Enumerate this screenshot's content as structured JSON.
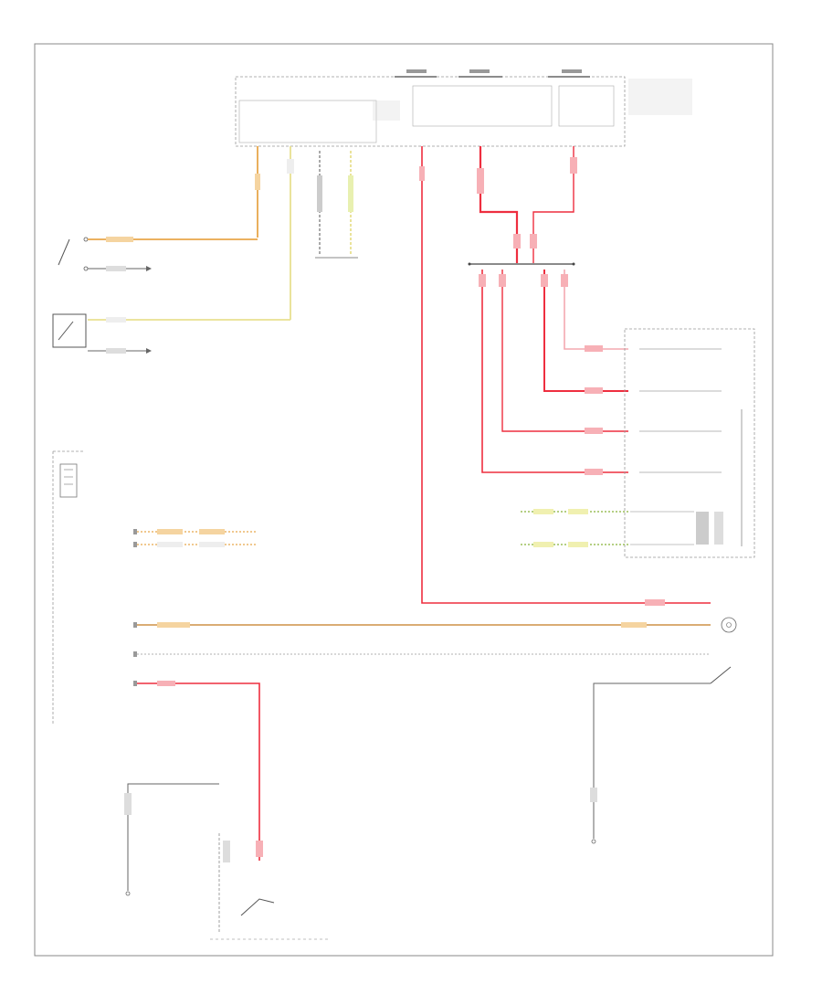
{
  "diagram": {
    "title": "",
    "colors": {
      "red": "#ee2e3f",
      "pink": "#f4a9b0",
      "orange": "#e8a64a",
      "tan": "#d4a060",
      "yellow": "#e8e090",
      "green_dash": "#9bbf5a",
      "gray": "#777777",
      "frame": "#888888"
    },
    "components": [
      {
        "id": "bcm-top",
        "label": ""
      },
      {
        "id": "driver-seat-belt-switch",
        "label": ""
      },
      {
        "id": "driver-door-switch",
        "label": ""
      },
      {
        "id": "splice",
        "label": ""
      },
      {
        "id": "instrument-cluster",
        "label": ""
      },
      {
        "id": "bcm-lower",
        "label": ""
      },
      {
        "id": "ignition-switch",
        "label": ""
      },
      {
        "id": "key-lamp",
        "label": ""
      },
      {
        "id": "ground-left",
        "label": ""
      },
      {
        "id": "ground-right",
        "label": ""
      }
    ],
    "footer": ""
  }
}
